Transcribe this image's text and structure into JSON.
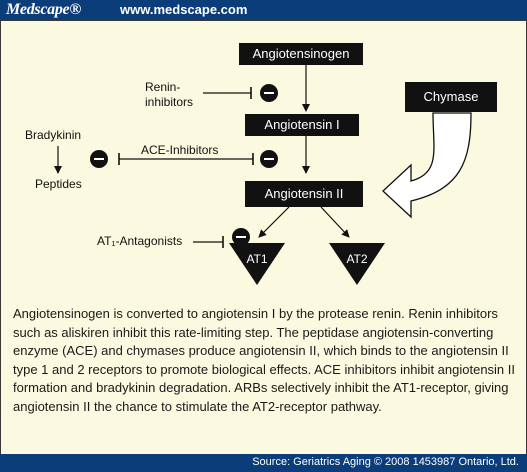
{
  "header": {
    "brand": "Medscape®",
    "url": "www.medscape.com"
  },
  "diagram": {
    "nodes": {
      "angiotensinogen": "Angiotensinogen",
      "angiotensin_i": "Angiotensin I",
      "angiotensin_ii": "Angiotensin II",
      "chymase": "Chymase",
      "at1": "AT1",
      "at2": "AT2"
    },
    "labels": {
      "renin_inhibitors_line1": "Renin-",
      "renin_inhibitors_line2": "inhibitors",
      "ace_inhibitors": "ACE-Inhibitors",
      "bradykinin": "Bradykinin",
      "peptides": "Peptides",
      "at1_antagonists": "AT₁-Antagonists"
    },
    "inhibition_symbol": "−"
  },
  "caption": "Angiotensinogen is converted to angiotensin I by the protease renin. Renin inhibitors such as aliskiren inhibit this rate-limiting step. The peptidase angiotensin-converting enzyme (ACE) and chymases produce angiotensin II, which binds to the angiotensin II type 1 and 2 receptors to promote biological effects. ACE inhibitors inhibit angiotensin II formation and bradykinin degradation. ARBs selectively inhibit the AT1-receptor, giving angiotensin II the chance to stimulate the AT2-receptor pathway.",
  "footer": {
    "source": "Source: Geriatrics Aging © 2008 1453987 Ontario, Ltd."
  },
  "colors": {
    "header_bg": "#0b3d7a",
    "panel_bg": "#fbf9df",
    "node_fill": "#111111"
  }
}
